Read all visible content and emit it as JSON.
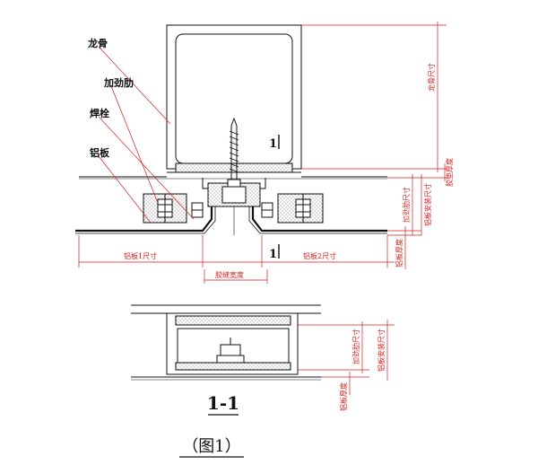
{
  "labels": {
    "keel": "龙骨",
    "stiffener": "加劲肋",
    "weld_bolt": "焊栓",
    "aluminum_panel": "铝板"
  },
  "dims": {
    "panel1_size": "铝板1尺寸",
    "panel2_size": "铝板2尺寸",
    "joint_width": "胶缝宽度",
    "keel_size": "龙骨尺寸",
    "pad_thickness": "胶垫厚度",
    "stiffener_size": "加劲肋尺寸",
    "panel_install_size": "铝板安装尺寸",
    "panel_thickness": "铝板厚度",
    "sec_stiffener_size": "加劲肋尺寸",
    "sec_install_size": "铝板安装尺寸",
    "sec_panel_thickness": "铝板厚度"
  },
  "section_marks": {
    "top": "1",
    "bottom": "1"
  },
  "section_title": "1-1",
  "figure_caption": "（图1）",
  "colors": {
    "line": "#111111",
    "dimension": "#d81e1e",
    "sealant": "#9a9a9a"
  }
}
